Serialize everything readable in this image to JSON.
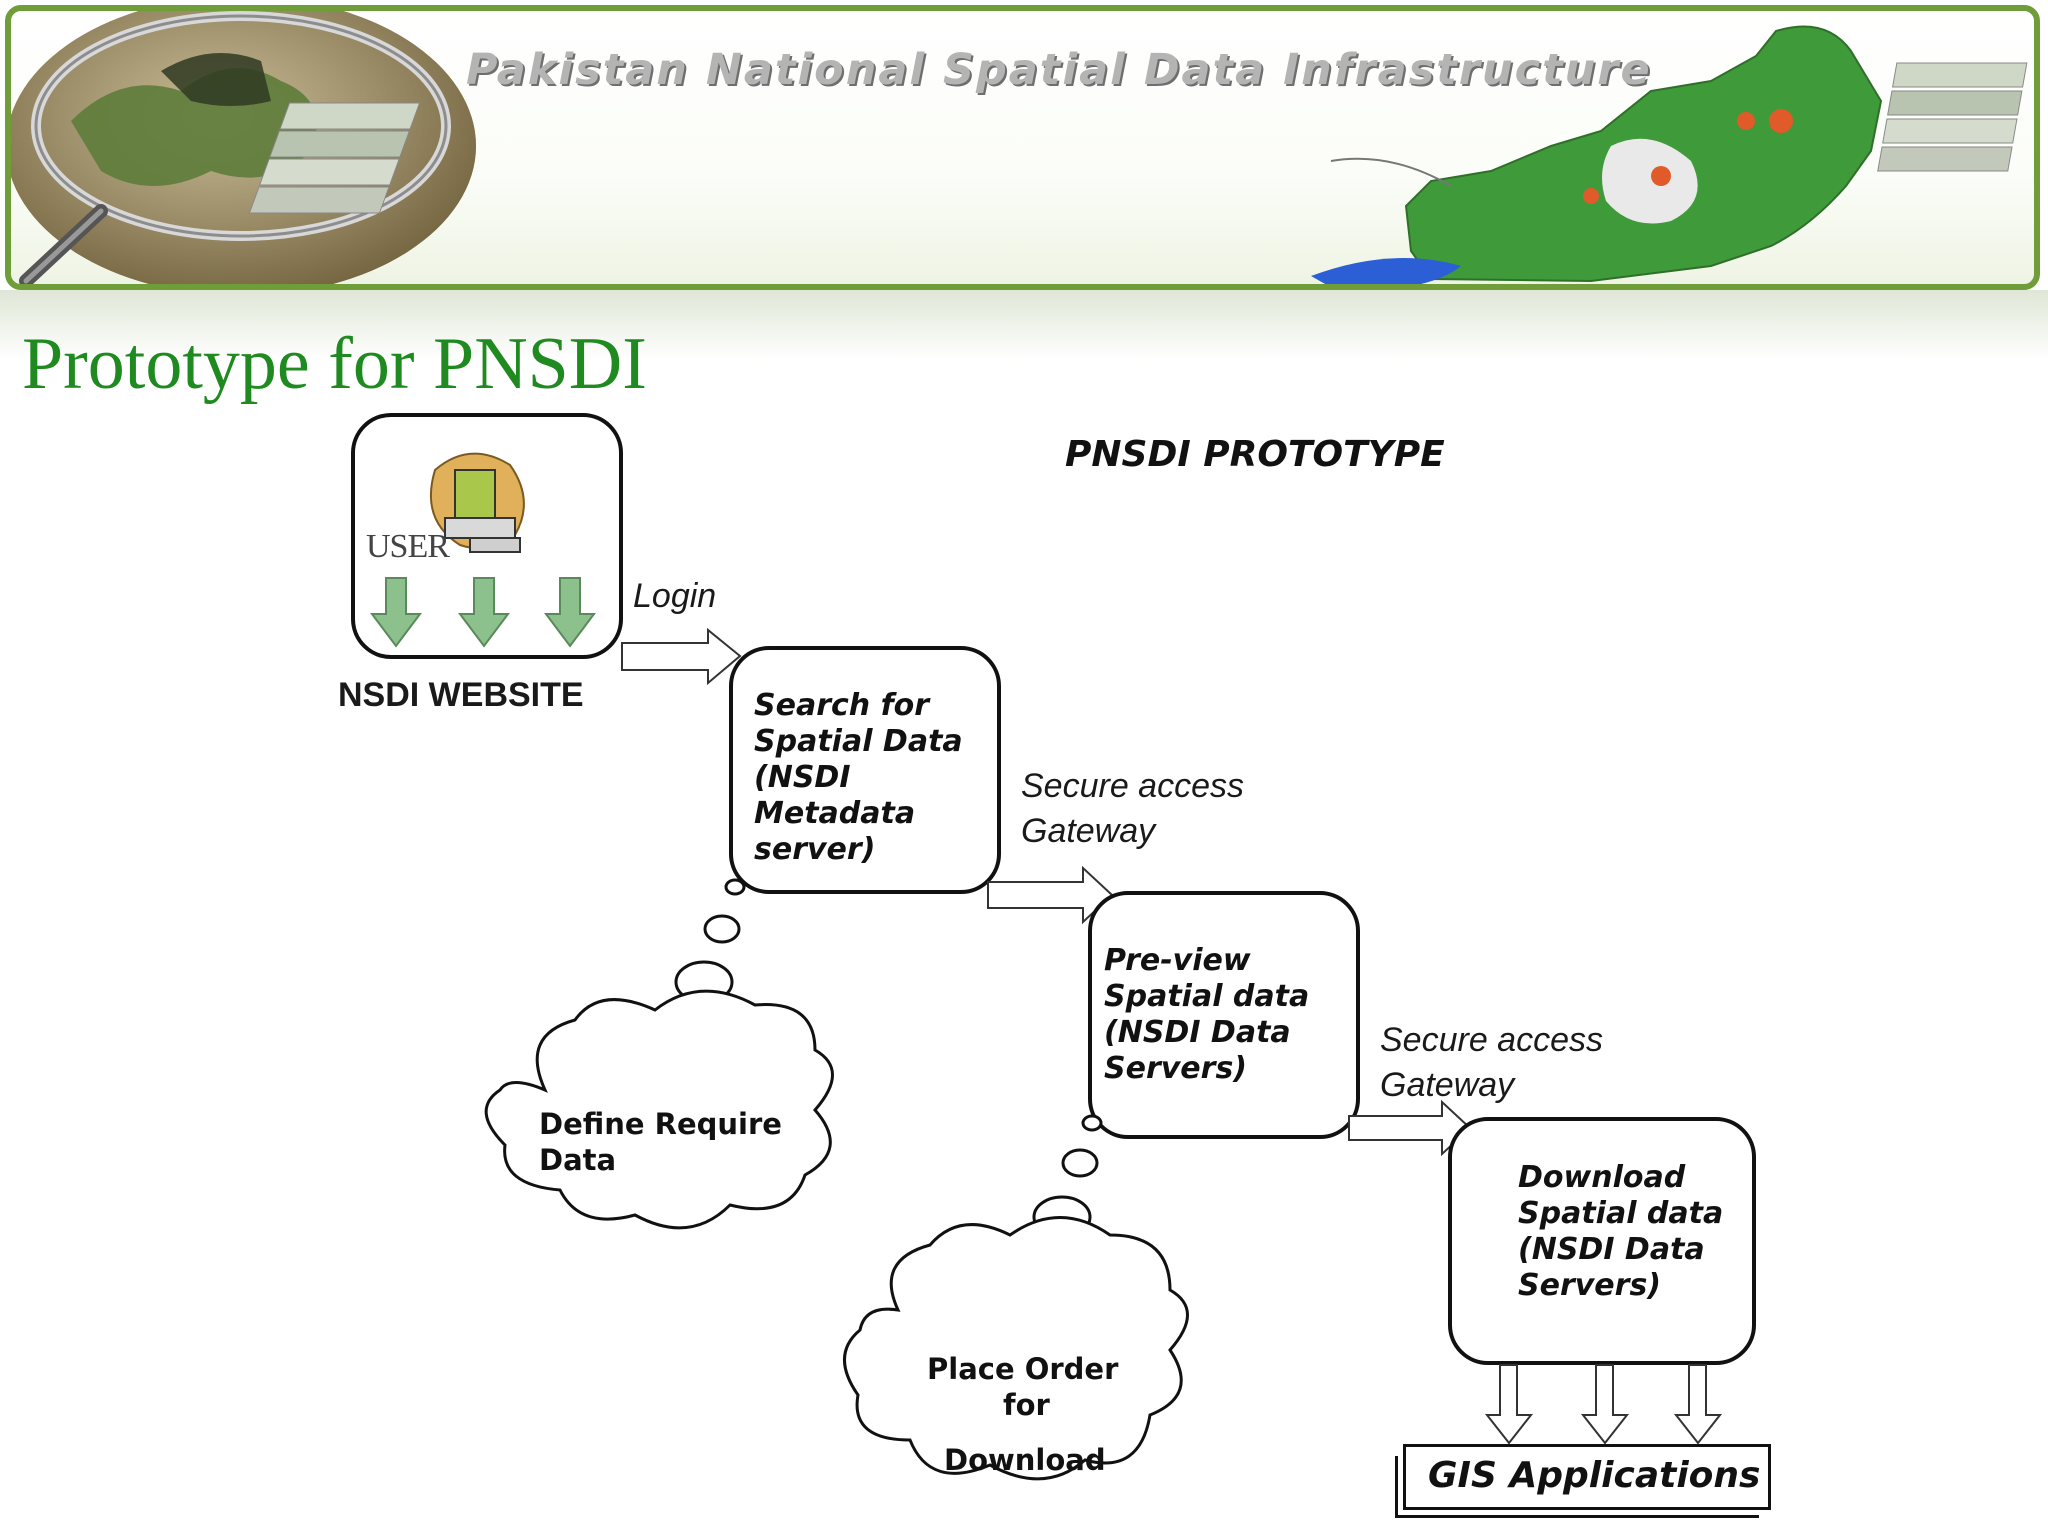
{
  "banner": {
    "title": "Pakistan National Spatial Data Infrastructure"
  },
  "slide": {
    "title": "Prototype for PNSDI"
  },
  "diagram": {
    "title": "PNSDI PROTOTYPE",
    "user_label": "USER",
    "website_label": "NSDI WEBSITE",
    "login_label": "Login",
    "gateway_label_1_line1": "Secure access",
    "gateway_label_1_line2": "Gateway",
    "gateway_label_2_line1": "Secure access",
    "gateway_label_2_line2": "Gateway",
    "nodes": {
      "search": "Search for\nSpatial Data\n(NSDI\nMetadata\nserver)",
      "preview": "Pre-view\nSpatial data\n(NSDI Data\nServers)",
      "download": "Download\nSpatial data\n(NSDI Data\nServers)",
      "gis": "GIS Applications"
    },
    "clouds": {
      "define": "Define Require\nData",
      "order_line1": "Place Order",
      "order_line2": "for",
      "order_line3": "Download"
    },
    "colors": {
      "banner_border": "#6f9d3a",
      "map_green": "#3f9a3a",
      "title_green": "#1f8a1f",
      "arrow_green": "#8cc08c"
    }
  }
}
